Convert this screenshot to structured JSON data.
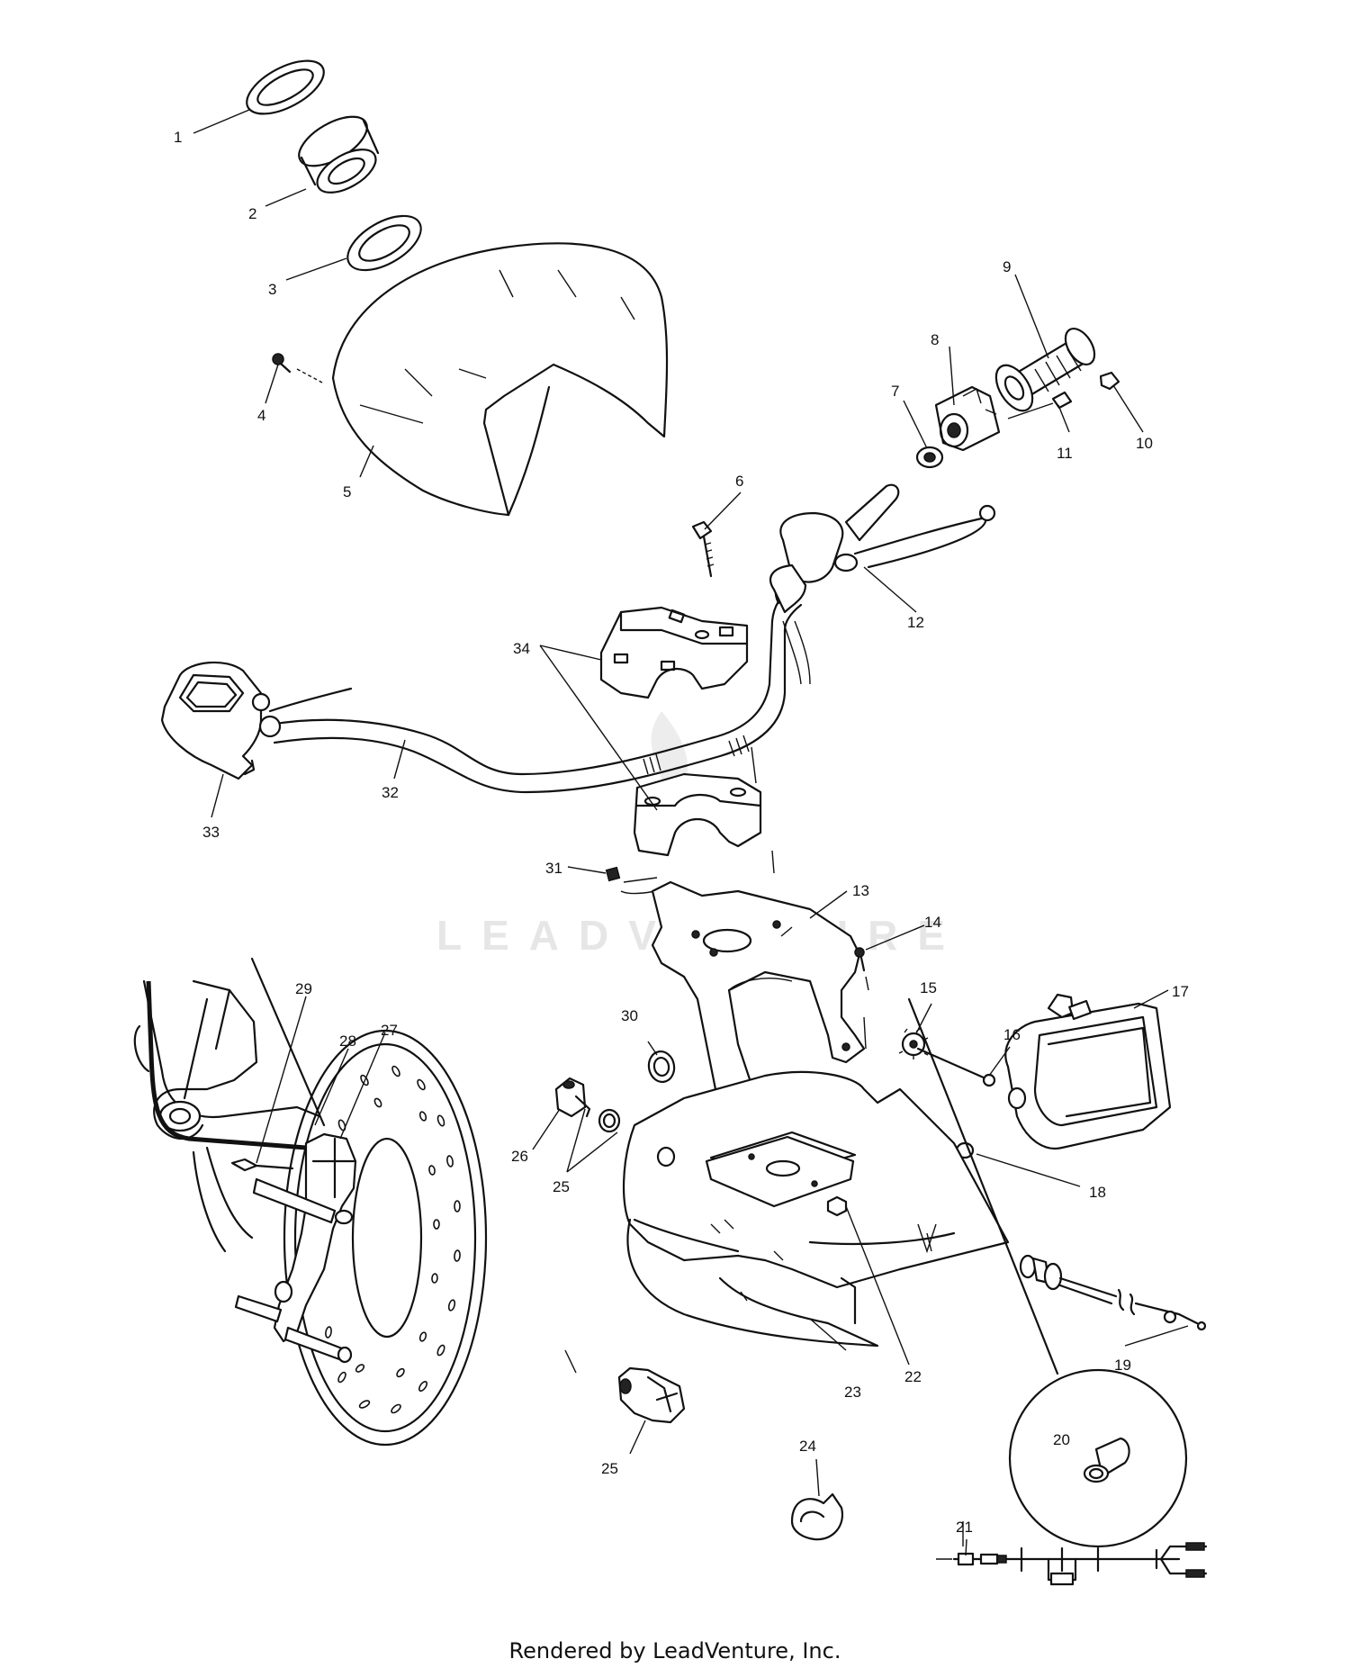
{
  "callouts": [
    {
      "id": "c1",
      "label": "1"
    },
    {
      "id": "c2",
      "label": "2"
    },
    {
      "id": "c3",
      "label": "3"
    },
    {
      "id": "c4",
      "label": "4"
    },
    {
      "id": "c5",
      "label": "5"
    },
    {
      "id": "c6",
      "label": "6"
    },
    {
      "id": "c7",
      "label": "7"
    },
    {
      "id": "c8",
      "label": "8"
    },
    {
      "id": "c9",
      "label": "9"
    },
    {
      "id": "c10",
      "label": "10"
    },
    {
      "id": "c11",
      "label": "11"
    },
    {
      "id": "c12",
      "label": "12"
    },
    {
      "id": "c13",
      "label": "13"
    },
    {
      "id": "c14",
      "label": "14"
    },
    {
      "id": "c15",
      "label": "15"
    },
    {
      "id": "c16",
      "label": "16"
    },
    {
      "id": "c17",
      "label": "17"
    },
    {
      "id": "c18",
      "label": "18"
    },
    {
      "id": "c19",
      "label": "19"
    },
    {
      "id": "c20",
      "label": "20"
    },
    {
      "id": "c21",
      "label": "21"
    },
    {
      "id": "c22",
      "label": "22"
    },
    {
      "id": "c23",
      "label": "23"
    },
    {
      "id": "c24",
      "label": "24"
    },
    {
      "id": "c25a",
      "label": "25"
    },
    {
      "id": "c25b",
      "label": "25"
    },
    {
      "id": "c26",
      "label": "26"
    },
    {
      "id": "c27",
      "label": "27"
    },
    {
      "id": "c28",
      "label": "28"
    },
    {
      "id": "c29",
      "label": "29"
    },
    {
      "id": "c30",
      "label": "30"
    },
    {
      "id": "c31",
      "label": "31"
    },
    {
      "id": "c32",
      "label": "32"
    },
    {
      "id": "c33",
      "label": "33"
    },
    {
      "id": "c34",
      "label": "34"
    }
  ],
  "watermark": "LEADVENTURE",
  "footer": "Rendered by LeadVenture, Inc."
}
